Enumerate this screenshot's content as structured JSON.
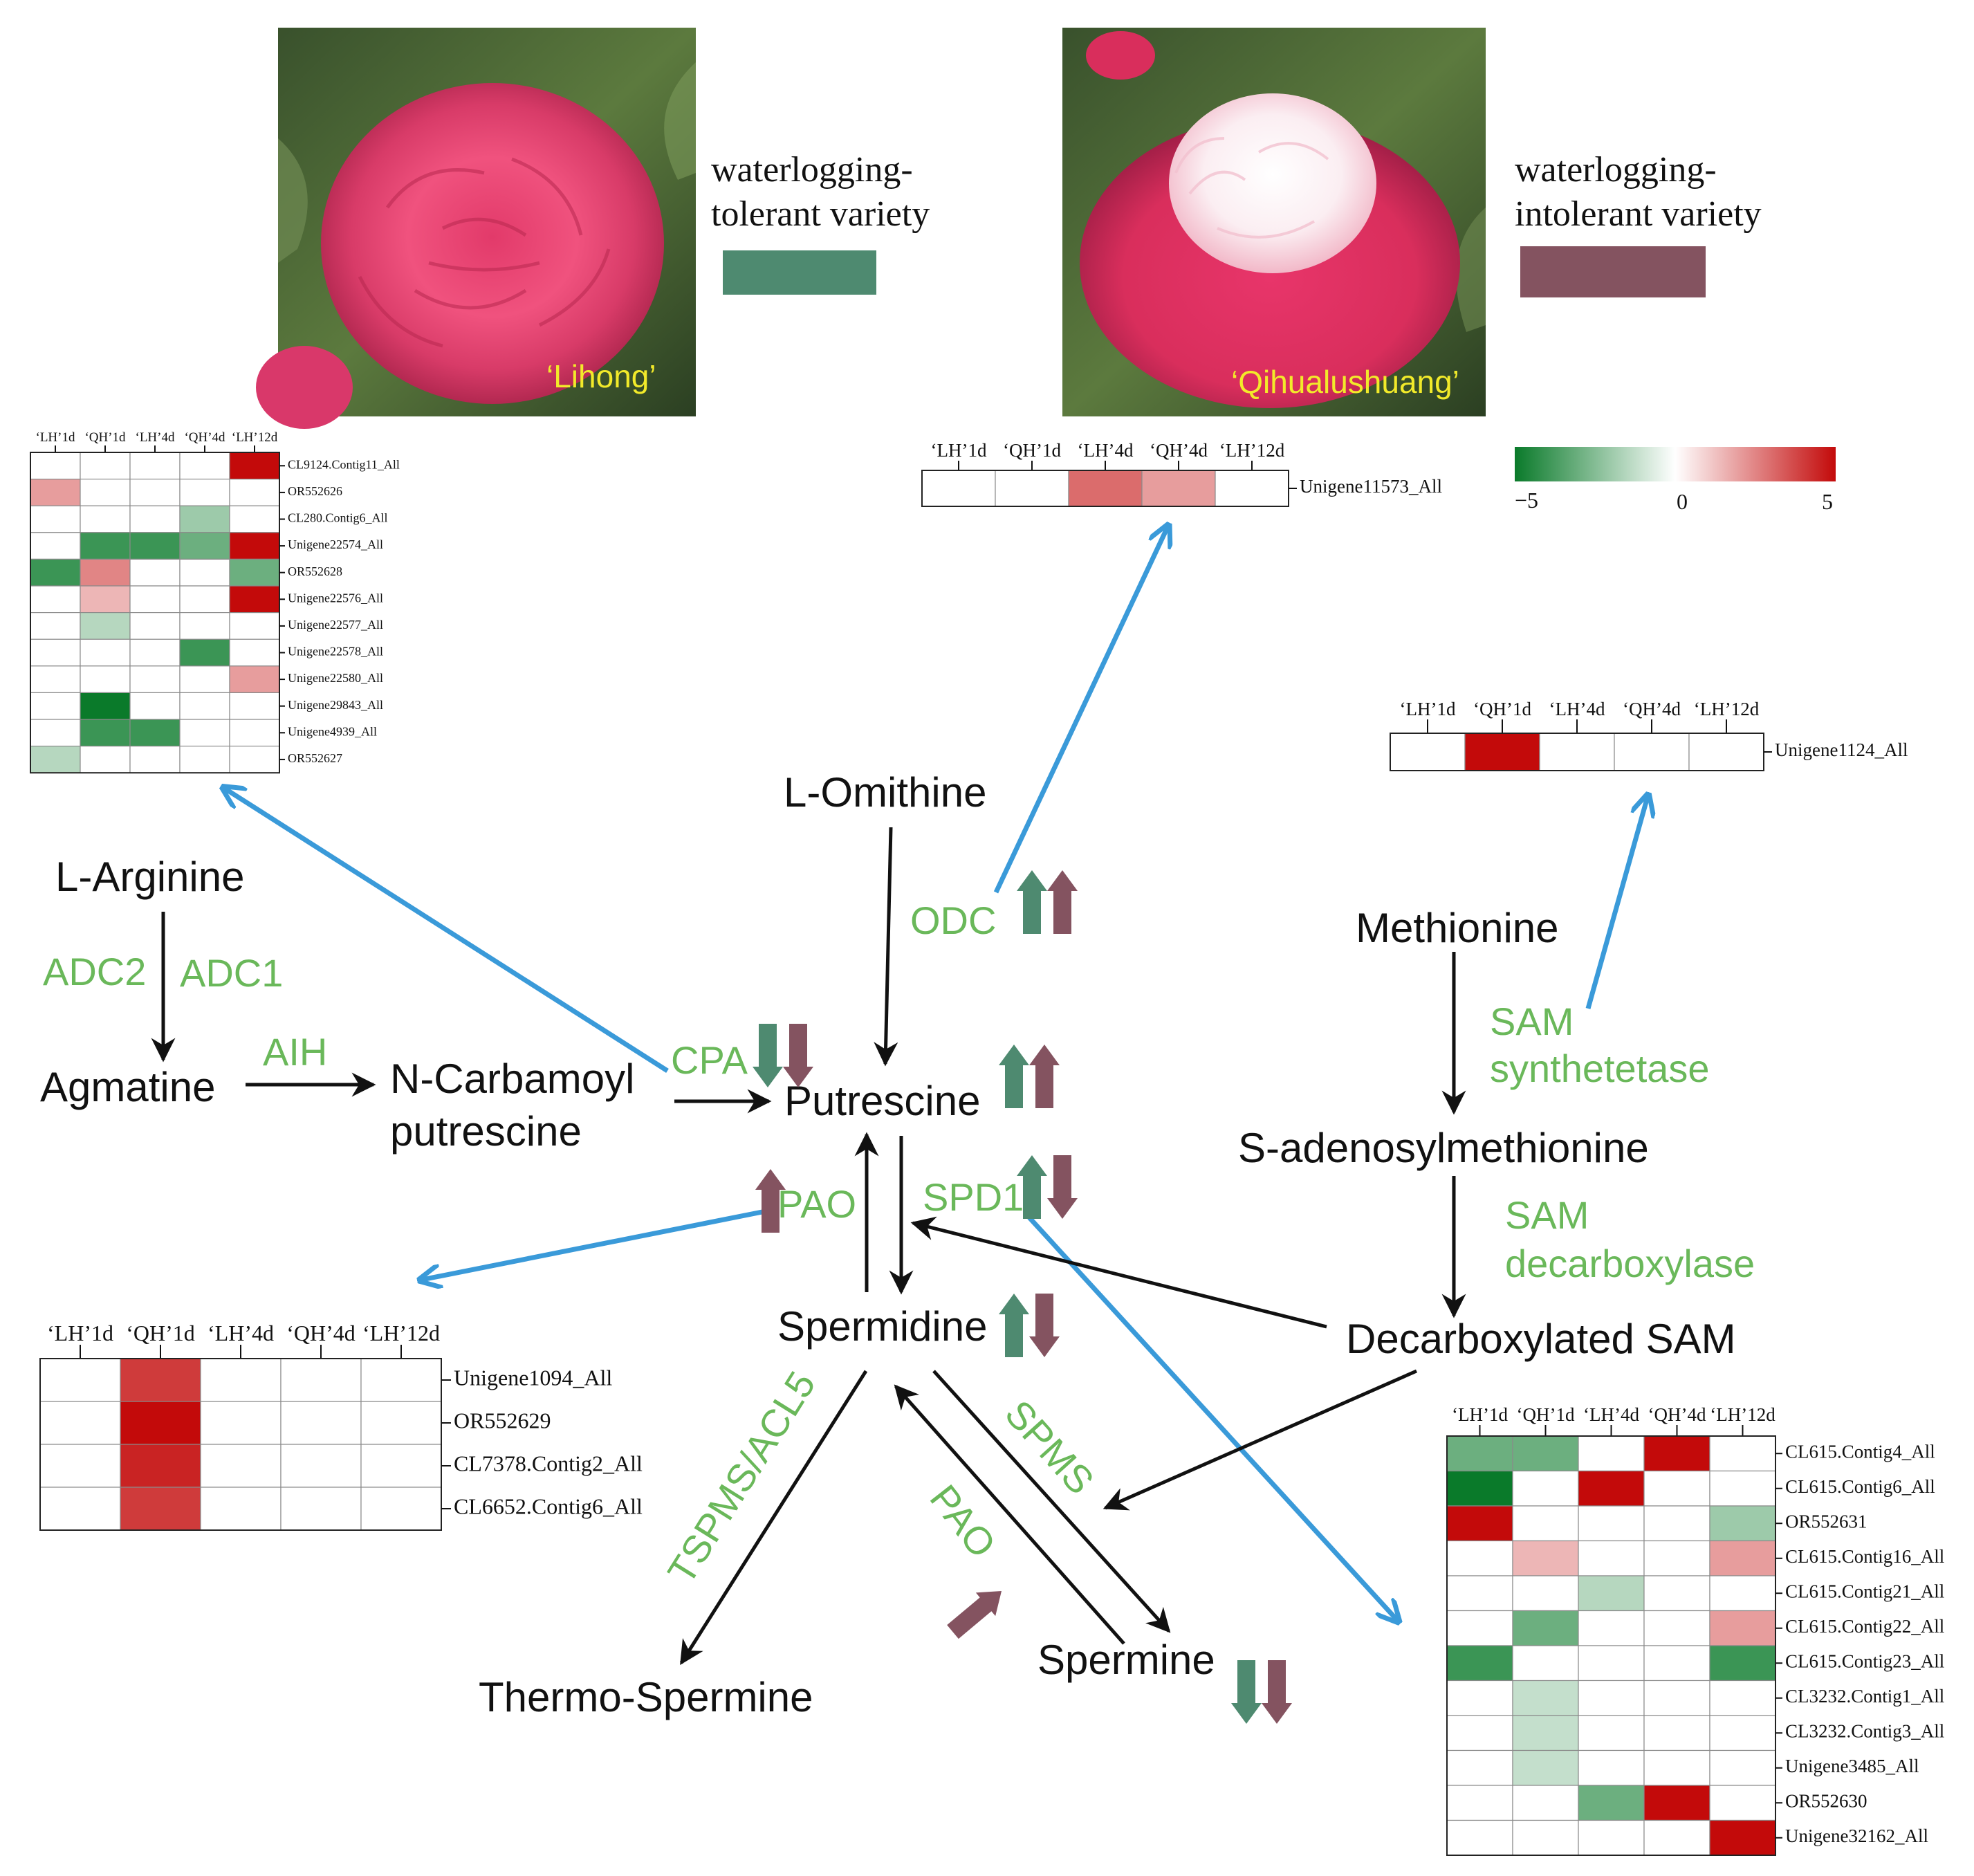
{
  "colors": {
    "enzyme_text": "#6ab85a",
    "tolerant": "#4e8a70",
    "intolerant": "#845360",
    "link_arrow": "#3a9ad9",
    "photo_label": "#f2ea2a",
    "scale_low": "#0a7a2a",
    "scale_mid": "#ffffff",
    "scale_high": "#c30a0a"
  },
  "varieties": {
    "tolerant": {
      "line1": "waterlogging-",
      "line2": "tolerant variety",
      "photo_label": "‘Lihong’",
      "color": "#4e8a70"
    },
    "intolerant": {
      "line1": "waterlogging-",
      "line2": "intolerant variety",
      "photo_label": "‘Qihualushuang’",
      "color": "#845360"
    }
  },
  "scale": {
    "min": "−5",
    "mid": "0",
    "max": "5",
    "min_value": -5,
    "max_value": 5
  },
  "compounds": {
    "arginine": "L-Arginine",
    "agmatine": "Agmatine",
    "ncp1": "N-Carbamoyl",
    "ncp2": "putrescine",
    "ornithine": "L-Omithine",
    "putrescine": "Putrescine",
    "spermidine": "Spermidine",
    "thermospermine": "Thermo-Spermine",
    "spermine": "Spermine",
    "methionine": "Methionine",
    "sam": "S-adenosylmethionine",
    "dcsam": "Decarboxylated SAM"
  },
  "enzymes": {
    "adc2": "ADC2",
    "adc1": "ADC1",
    "aih": "AIH",
    "cpa": "CPA",
    "odc": "ODC",
    "pao_left": "PAO",
    "spd1": "SPD1",
    "sam_syn_1": "SAM",
    "sam_syn_2": "synthetetase",
    "sam_dec_1": "SAM",
    "sam_dec_2": "decarboxylase",
    "tspms": "TSPMS/ACL5",
    "spms": "SPMS",
    "pao_bottom": "PAO"
  },
  "regulation": {
    "odc": [
      "up",
      "up"
    ],
    "cpa": [
      "down",
      "down"
    ],
    "putrescine": [
      "up",
      "up"
    ],
    "pao_left": [
      "none",
      "up"
    ],
    "spd1": [
      "up",
      "down"
    ],
    "spermidine": [
      "up",
      "down"
    ],
    "spermine": [
      "down",
      "down"
    ],
    "pao_bottom": [
      "none",
      "up"
    ]
  },
  "heatmaps": {
    "cpa": {
      "columns": [
        "‘LH’1d",
        "‘QH’1d",
        "‘LH’4d",
        "‘QH’4d",
        "‘LH’12d"
      ],
      "rows": [
        "CL9124.Contig11_All",
        "OR552626",
        "CL280.Contig6_All",
        "Unigene22574_All",
        "OR552628",
        "Unigene22576_All",
        "Unigene22577_All",
        "Unigene22578_All",
        "Unigene22580_All",
        "Unigene29843_All",
        "Unigene4939_All",
        "OR552627"
      ],
      "values": [
        [
          0,
          0,
          0,
          0,
          5
        ],
        [
          2,
          0,
          0,
          0,
          0
        ],
        [
          0,
          0,
          0,
          -2,
          0
        ],
        [
          0,
          -4,
          -4,
          -3,
          5
        ],
        [
          -4,
          2.5,
          0,
          0,
          -3
        ],
        [
          0,
          1.5,
          0,
          0,
          5
        ],
        [
          0,
          -1.5,
          0,
          0,
          0
        ],
        [
          0,
          0,
          0,
          -4,
          0
        ],
        [
          0,
          0,
          0,
          0,
          2
        ],
        [
          0,
          -5,
          0,
          0,
          0
        ],
        [
          0,
          -4,
          -4,
          0,
          0
        ],
        [
          -1.5,
          0,
          0,
          0,
          0
        ]
      ]
    },
    "odc": {
      "columns": [
        "‘LH’1d",
        "‘QH’1d",
        "‘LH’4d",
        "‘QH’4d",
        "‘LH’12d"
      ],
      "rows": [
        "Unigene11573_All"
      ],
      "values": [
        [
          0,
          0,
          3,
          2,
          0
        ]
      ]
    },
    "sams": {
      "columns": [
        "‘LH’1d",
        "‘QH’1d",
        "‘LH’4d",
        "‘QH’4d",
        "‘LH’12d"
      ],
      "rows": [
        "Unigene1124_All"
      ],
      "values": [
        [
          0,
          5,
          0,
          0,
          0
        ]
      ]
    },
    "pao": {
      "columns": [
        "‘LH’1d",
        "‘QH’1d",
        "‘LH’4d",
        "‘QH’4d",
        "‘LH’12d"
      ],
      "rows": [
        "Unigene1094_All",
        "OR552629",
        "CL7378.Contig2_All",
        "CL6652.Contig6_All"
      ],
      "values": [
        [
          0,
          4,
          0,
          0,
          0
        ],
        [
          0,
          5,
          0,
          0,
          0
        ],
        [
          0,
          4.5,
          0,
          0,
          0
        ],
        [
          0,
          4,
          0,
          0,
          0
        ]
      ]
    },
    "spd": {
      "columns": [
        "‘LH’1d",
        "‘QH’1d",
        "‘LH’4d",
        "‘QH’4d",
        "‘LH’12d"
      ],
      "rows": [
        "CL615.Contig4_All",
        "CL615.Contig6_All",
        "OR552631",
        "CL615.Contig16_All",
        "CL615.Contig21_All",
        "CL615.Contig22_All",
        "CL615.Contig23_All",
        "CL3232.Contig1_All",
        "CL3232.Contig3_All",
        "Unigene3485_All",
        "OR552630",
        "Unigene32162_All"
      ],
      "values": [
        [
          -3,
          -3,
          0,
          5,
          0
        ],
        [
          -5,
          0,
          5,
          0,
          0
        ],
        [
          5,
          0,
          0,
          0,
          -2
        ],
        [
          0,
          1.5,
          0,
          0,
          2
        ],
        [
          0,
          0,
          -1.5,
          0,
          0
        ],
        [
          0,
          -3,
          0,
          0,
          2
        ],
        [
          -4,
          0,
          0,
          0,
          -4
        ],
        [
          0,
          -1.2,
          0,
          0,
          0
        ],
        [
          0,
          -1.2,
          0,
          0,
          0
        ],
        [
          0,
          -1.2,
          0,
          0,
          0
        ],
        [
          0,
          0,
          -3,
          5,
          0
        ],
        [
          0,
          0,
          0,
          0,
          5
        ]
      ]
    }
  }
}
